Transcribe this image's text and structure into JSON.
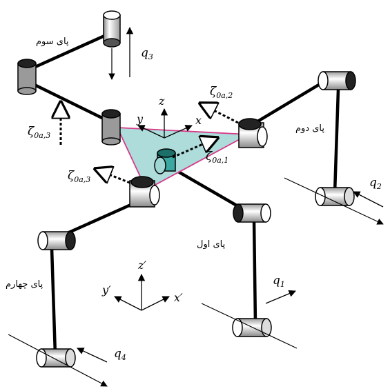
{
  "legs": {
    "leg1": "پای اول",
    "leg2": "پای دوم",
    "leg3": "پای سوم",
    "leg4": "پای چهارم"
  },
  "joints": {
    "q1": "q",
    "q1_sub": "1",
    "q2": "q",
    "q2_sub": "2",
    "q3": "q",
    "q3_sub": "3",
    "q4": "q",
    "q4_sub": "4"
  },
  "zeta": {
    "z1": "ζ",
    "z1_sub": "0a,1",
    "z2": "ζ",
    "z2_sub": "0a,2",
    "z3": "ζ",
    "z3_sub": "0a,3",
    "z4": "ζ",
    "z4_sub": "0a,3"
  },
  "frames": {
    "moving": {
      "x": "x",
      "y": "y",
      "z": "z"
    },
    "fixed": {
      "x": "x′",
      "y": "y′",
      "z": "z′"
    }
  },
  "colors": {
    "platform_fill": "#9fd6d3",
    "platform_edge": "#d63a8a",
    "member": "#000000",
    "joint_fill": "#ffffff",
    "joint_dark": "#444444"
  }
}
